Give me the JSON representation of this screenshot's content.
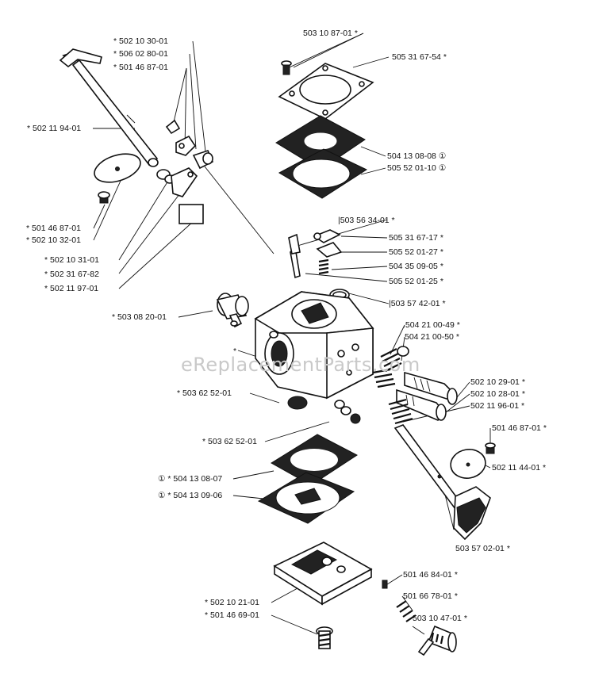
{
  "watermark": "eReplacementParts.com",
  "labels": [
    {
      "id": "l01",
      "text": "502 10 30-01"
    },
    {
      "id": "l02",
      "text": "506 02 80-01"
    },
    {
      "id": "l03",
      "text": "501 46 87-01"
    },
    {
      "id": "l04",
      "text": "502 11 94-01"
    },
    {
      "id": "l05",
      "text": "501 46 87-01"
    },
    {
      "id": "l06",
      "text": "502 10 32-01"
    },
    {
      "id": "l07",
      "text": "502 10 31-01"
    },
    {
      "id": "l08",
      "text": "502 31 67-82"
    },
    {
      "id": "l09",
      "text": "502 11 97-01"
    },
    {
      "id": "l10",
      "text": "503 10 87-01"
    },
    {
      "id": "l11",
      "text": "505 31 67-54"
    },
    {
      "id": "l12",
      "text": "504 13 08-08"
    },
    {
      "id": "l13",
      "text": "505 52 01-10"
    },
    {
      "id": "l14",
      "text": "503 56 34-01"
    },
    {
      "id": "l15",
      "text": "505 31 67-17"
    },
    {
      "id": "l16",
      "text": "505 52 01-27"
    },
    {
      "id": "l17",
      "text": "504 35 09-05"
    },
    {
      "id": "l18",
      "text": "505 52 01-25"
    },
    {
      "id": "l19",
      "text": "503 57 42-01"
    },
    {
      "id": "l20",
      "text": "503 08 20-01"
    },
    {
      "id": "l21",
      "text": "504 21 00-49"
    },
    {
      "id": "l22",
      "text": "504 21 00-50"
    },
    {
      "id": "l23",
      "text": "503 62 52-01"
    },
    {
      "id": "l24",
      "text": "502 10 29-01"
    },
    {
      "id": "l25",
      "text": "502 10 28-01"
    },
    {
      "id": "l26",
      "text": "502 11 96-01"
    },
    {
      "id": "l27",
      "text": "503 62 52-01"
    },
    {
      "id": "l28",
      "text": "501 46 87-01"
    },
    {
      "id": "l29",
      "text": "502 11 44-01"
    },
    {
      "id": "l30",
      "text": "504 13 08-07"
    },
    {
      "id": "l31",
      "text": "504 13 09-06"
    },
    {
      "id": "l32",
      "text": "503 57 02-01"
    },
    {
      "id": "l33",
      "text": "501 46 84-01"
    },
    {
      "id": "l34",
      "text": "501 66 78-01"
    },
    {
      "id": "l35",
      "text": "502 10 21-01"
    },
    {
      "id": "l36",
      "text": "501 46 69-01"
    },
    {
      "id": "l37",
      "text": "503 10 47-01"
    }
  ],
  "markers": {
    "asterisk": "*",
    "kit": "①"
  }
}
